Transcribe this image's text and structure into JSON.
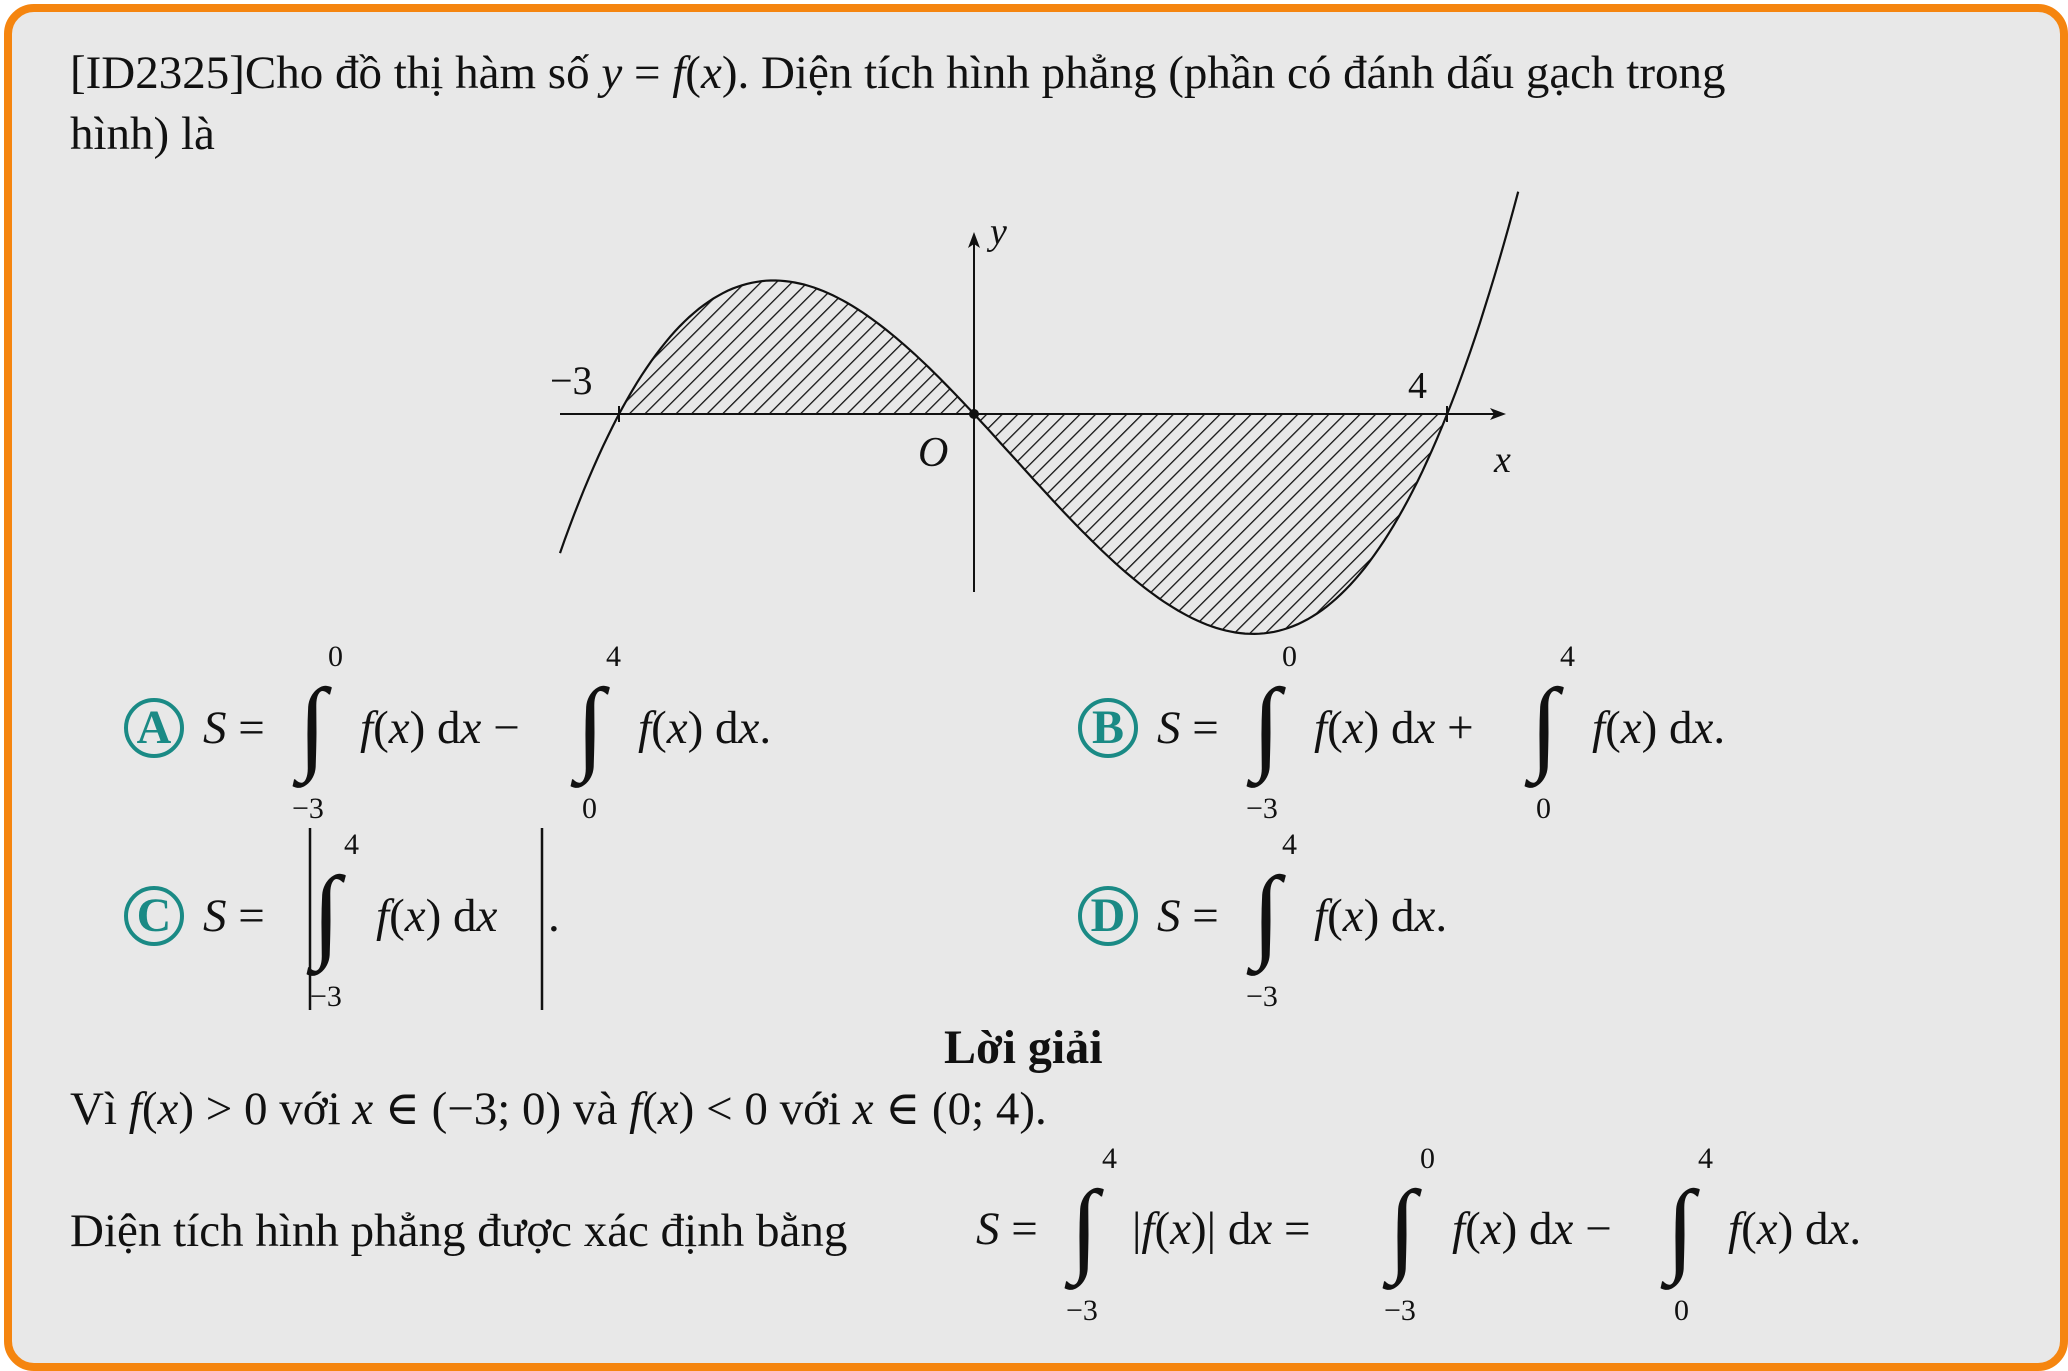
{
  "question": {
    "line1": "[ID2325]Cho đồ thị hàm số y = f(x). Diện tích hình phẳng (phần có đánh dấu gạch trong",
    "line2": "hình) là"
  },
  "graph": {
    "y_label": "y",
    "x_label": "x",
    "origin_label": "O",
    "left_root_label": "−3",
    "right_root_label": "4"
  },
  "options": [
    {
      "letter": "A",
      "formula": "S = ∫_{−3}^{0} f(x) dx − ∫_{0}^{4} f(x) dx."
    },
    {
      "letter": "B",
      "formula": "S = ∫_{−3}^{0} f(x) dx + ∫_{0}^{4} f(x) dx."
    },
    {
      "letter": "C",
      "formula": "S = |∫_{−3}^{4} f(x) dx|."
    },
    {
      "letter": "D",
      "formula": "S = ∫_{−3}^{4} f(x) dx."
    }
  ],
  "solution": {
    "heading": "Lời giải",
    "line1": "Vì f(x) > 0 với x ∈ (−3; 0) và f(x) < 0 với x ∈ (0; 4).",
    "line2_prefix": "Diện tích hình phẳng được xác định bằng",
    "line2_formula": "S = ∫_{−3}^{4} |f(x)| dx = ∫_{−3}^{0} f(x) dx − ∫_{0}^{4} f(x) dx."
  },
  "colors": {
    "border": "#f5850f",
    "background": "#e8e8e8",
    "badge": "#1a8a85"
  }
}
